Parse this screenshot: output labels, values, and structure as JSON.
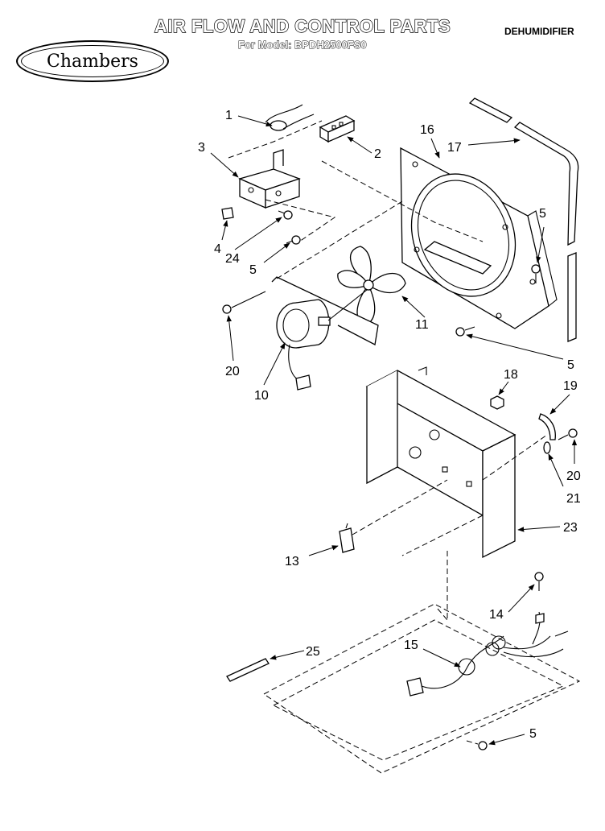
{
  "header": {
    "title": "AIR FLOW AND CONTROL PARTS",
    "subtitle": "For Model: BPDH2500FS0",
    "category": "DEHUMIDIFIER",
    "brand": "Chambers"
  },
  "callouts": {
    "c1": "1",
    "c2": "2",
    "c3": "3",
    "c4": "4",
    "c24": "24",
    "c5a": "5",
    "c16": "16",
    "c17": "17",
    "c5b": "5",
    "c11": "11",
    "c20a": "20",
    "c10": "10",
    "c5c": "5",
    "c18": "18",
    "c19": "19",
    "c20b": "20",
    "c21": "21",
    "c23": "23",
    "c13": "13",
    "c14": "14",
    "c25": "25",
    "c15": "15",
    "c5d": "5"
  }
}
